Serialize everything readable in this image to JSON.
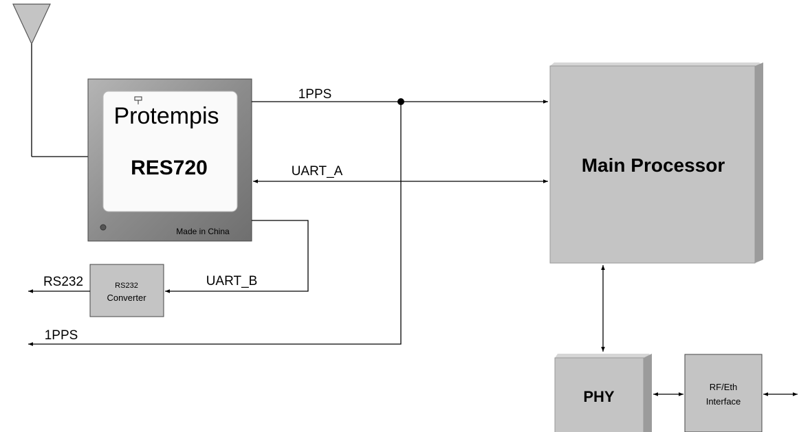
{
  "module": {
    "brand": "Protempis",
    "model": "RES720",
    "origin_mark": "Made in China"
  },
  "blocks": {
    "main_processor": "Main Processor",
    "phy": "PHY",
    "rs232_converter": [
      "RS232",
      "Converter"
    ],
    "rf_eth_interface": [
      "RF/Eth",
      "Interface"
    ]
  },
  "signals": {
    "pps_top": "1PPS",
    "uart_a": "UART_A",
    "uart_b": "UART_B",
    "rs232_out": "RS232",
    "pps_bottom": "1PPS"
  },
  "colors": {
    "block_fill": "#c4c4c4",
    "block_side": "#9b9b9b",
    "block_top": "#d6d6d6",
    "module_metal": "#8f8f8f",
    "module_label": "#fafafa"
  }
}
